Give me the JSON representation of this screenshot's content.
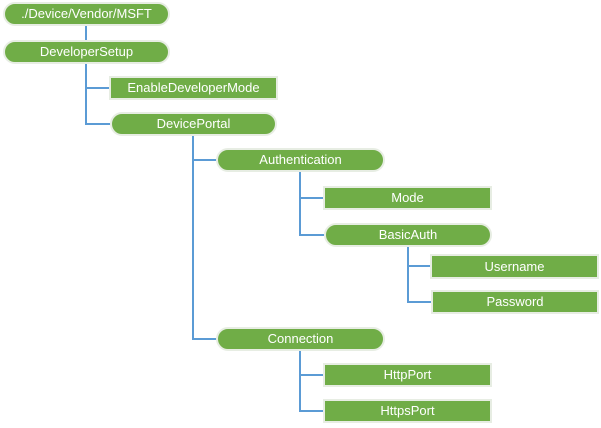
{
  "diagram": {
    "description": "DeveloperSetup configuration service provider tree",
    "colors": {
      "node_fill": "#70AD47",
      "node_border": "#E7EDE3",
      "node_text": "#FFFFFF",
      "connector": "#5B9BD5",
      "background": "#FFFFFF"
    },
    "nodes": [
      {
        "id": "root",
        "label": "./Device/Vendor/MSFT",
        "shape": "pill",
        "parent": null
      },
      {
        "id": "developer-setup",
        "label": "DeveloperSetup",
        "shape": "pill",
        "parent": "root"
      },
      {
        "id": "enable-developer-mode",
        "label": "EnableDeveloperMode",
        "shape": "rect",
        "parent": "developer-setup"
      },
      {
        "id": "device-portal",
        "label": "DevicePortal",
        "shape": "pill",
        "parent": "developer-setup"
      },
      {
        "id": "authentication",
        "label": "Authentication",
        "shape": "pill",
        "parent": "device-portal"
      },
      {
        "id": "mode",
        "label": "Mode",
        "shape": "rect",
        "parent": "authentication"
      },
      {
        "id": "basic-auth",
        "label": "BasicAuth",
        "shape": "pill",
        "parent": "authentication"
      },
      {
        "id": "username",
        "label": "Username",
        "shape": "rect",
        "parent": "basic-auth"
      },
      {
        "id": "password",
        "label": "Password",
        "shape": "rect",
        "parent": "basic-auth"
      },
      {
        "id": "connection",
        "label": "Connection",
        "shape": "pill",
        "parent": "device-portal"
      },
      {
        "id": "http-port",
        "label": "HttpPort",
        "shape": "rect",
        "parent": "connection"
      },
      {
        "id": "https-port",
        "label": "HttpsPort",
        "shape": "rect",
        "parent": "connection"
      }
    ]
  }
}
